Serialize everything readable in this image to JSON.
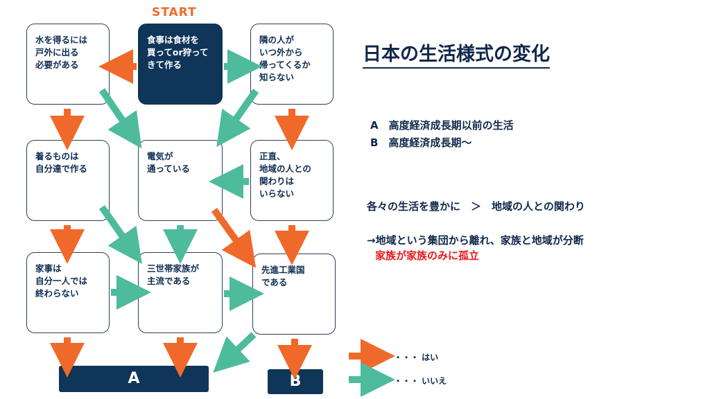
{
  "start_label": "START",
  "nodes": {
    "start": "食事は食材を\n買ってor狩って\nきて作る",
    "water": "水を得るには\n戸外に出る\n必要がある",
    "neighbor": "隣の人が\nいつ外から\n帰ってくるか\n知らない",
    "clothes": "着るものは\n自分達で作る",
    "electric": "電気が\n通っている",
    "honest": "正直、\n地域の人との\n関わりは\nいらない",
    "housework": "家事は\n自分一人では\n終わらない",
    "threegen": "三世帯家族が\n主流である",
    "advanced": "先進工業国\nである"
  },
  "results": {
    "a": "A",
    "b": "B"
  },
  "title": "日本の生活様式の変化",
  "desc": {
    "a": "A　高度経済成長期以前の生活",
    "b": "B　高度経済成長期〜"
  },
  "comparison": "各々の生活を豊かに　＞　地域の人との関わり",
  "conclusion": "→地域という集団から離れ、家族と地域が分断",
  "conclusion_red": "家族が家族のみに孤立",
  "legend": {
    "yes": "・・・ はい",
    "no": "・・・ いいえ"
  },
  "colors": {
    "yes": "#ef6a2a",
    "no": "#4dbb9c",
    "navy": "#0f3558"
  }
}
